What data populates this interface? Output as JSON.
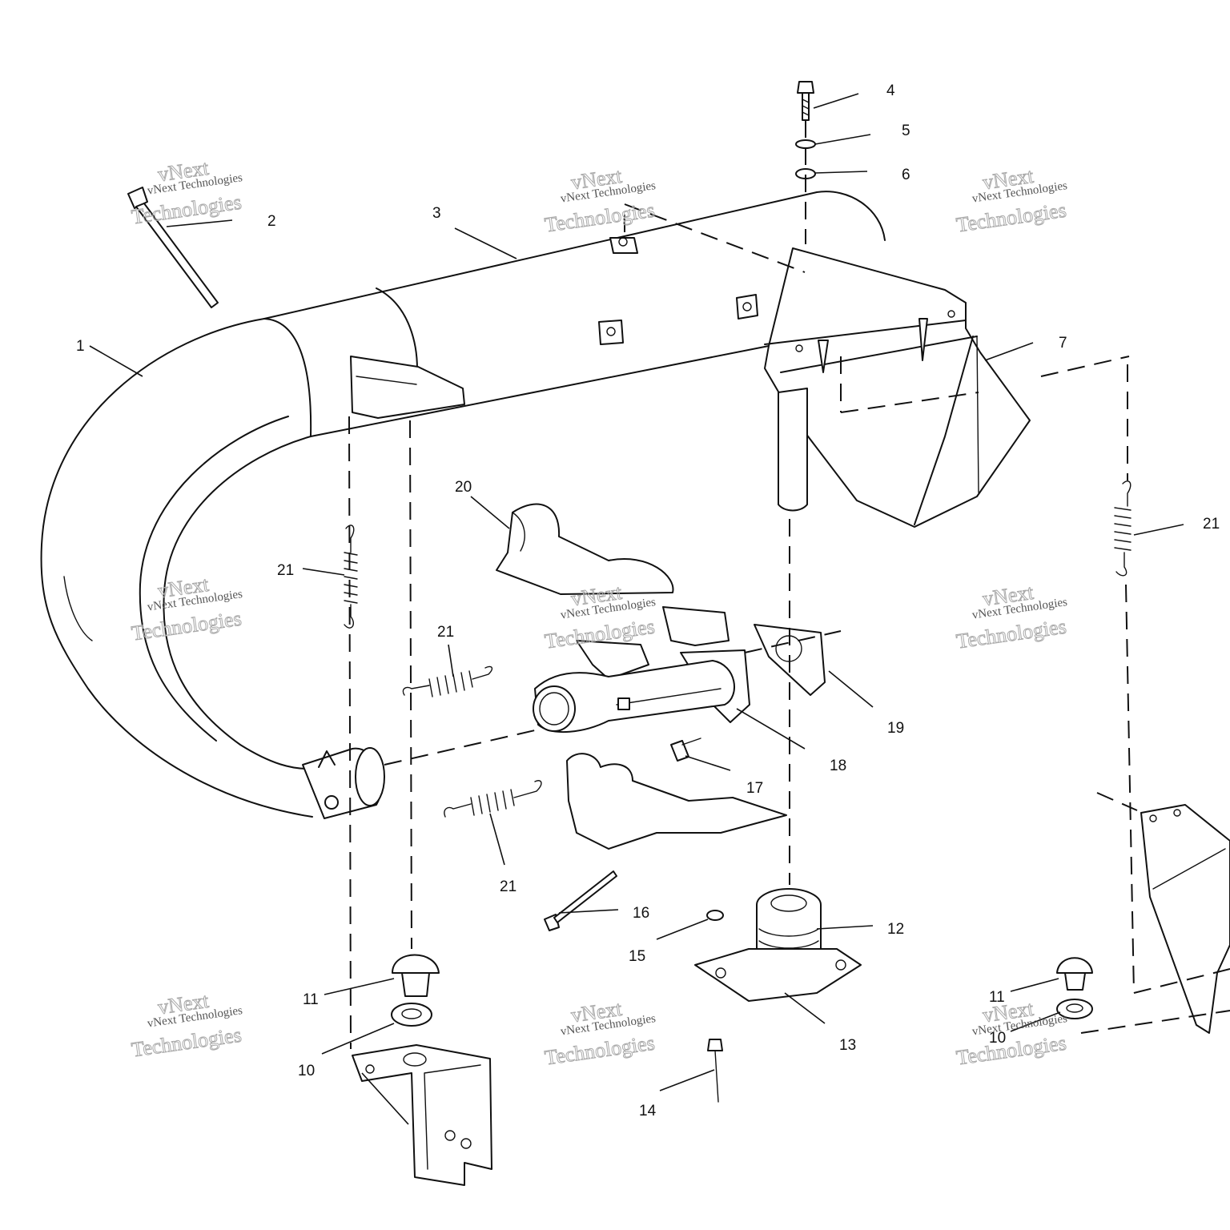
{
  "callouts": {
    "c1": "1",
    "c2": "2",
    "c3": "3",
    "c4": "4",
    "c5": "5",
    "c6": "6",
    "c7": "7",
    "c10a": "10",
    "c10b": "10",
    "c11a": "11",
    "c11b": "11",
    "c12": "12",
    "c13": "13",
    "c14": "14",
    "c15": "15",
    "c16": "16",
    "c17": "17",
    "c18": "18",
    "c19": "19",
    "c20": "20",
    "c21a": "21",
    "c21b": "21",
    "c21c": "21",
    "c21d": "21"
  },
  "watermark": {
    "line1": "vNext",
    "line2": "vNext Technologies",
    "line3": "Technologies"
  }
}
